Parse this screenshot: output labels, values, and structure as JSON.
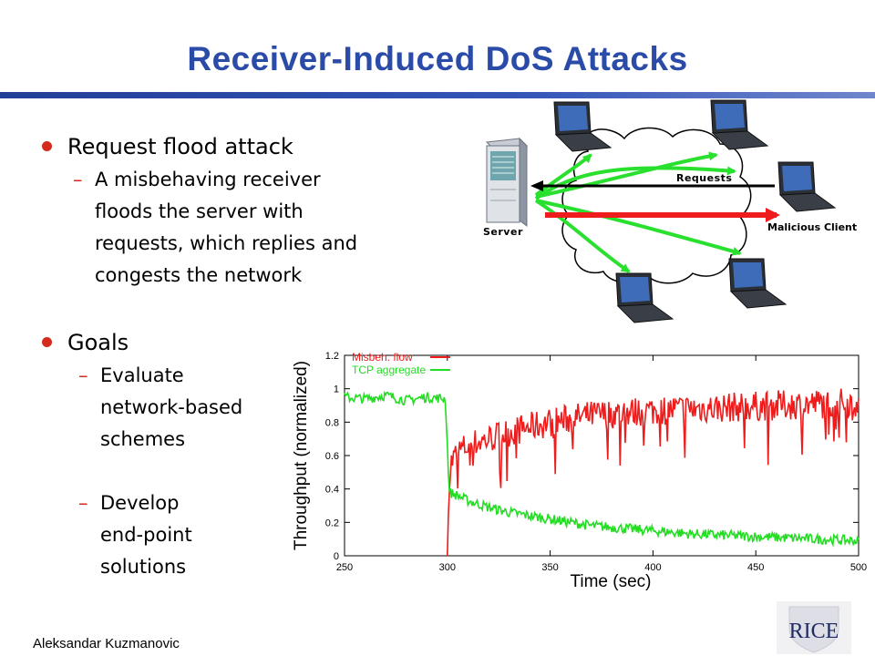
{
  "slide": {
    "title": "Receiver-Induced DoS Attacks",
    "author": "Aleksandar Kuzmanovic"
  },
  "bullets": [
    {
      "label": "Request flood attack",
      "subs": [
        [
          "A misbehaving receiver",
          "floods the server with",
          "requests, which replies and",
          "congests the network"
        ]
      ]
    },
    {
      "label": "Goals",
      "subs": [
        [
          "Evaluate",
          "network-based",
          "schemes"
        ],
        [
          "Develop",
          "end-point",
          "solutions"
        ]
      ]
    }
  ],
  "diagram": {
    "server_label": "Server",
    "requests_label": "Requests",
    "malicious_label": "Malicious Client",
    "colors": {
      "response": "#29e02f",
      "request": "#000000",
      "malicious": "#ee1c1c"
    }
  },
  "logo": {
    "text": "RICE"
  },
  "chart_data": {
    "type": "line",
    "xlabel": "Time (sec)",
    "ylabel": "Throughput (normalized)",
    "xlim": [
      250,
      500
    ],
    "ylim": [
      0,
      1.2
    ],
    "x_ticks": [
      "250",
      "300",
      "350",
      "400",
      "450",
      "500"
    ],
    "y_ticks": [
      "0",
      "0.2",
      "0.4",
      "0.6",
      "0.8",
      "1",
      "1.2"
    ],
    "grid": false,
    "legend_position": "top-left",
    "series": [
      {
        "name": "Misbeh. flow",
        "color": "#ee1c1c",
        "x": [
          300,
          301,
          302,
          305,
          310,
          320,
          330,
          340,
          350,
          360,
          370,
          380,
          390,
          400,
          420,
          440,
          460,
          480,
          500
        ],
        "y": [
          0,
          0.48,
          0.56,
          0.62,
          0.66,
          0.7,
          0.74,
          0.77,
          0.8,
          0.82,
          0.84,
          0.85,
          0.86,
          0.87,
          0.88,
          0.89,
          0.9,
          0.91,
          0.92
        ]
      },
      {
        "name": "TCP aggregate",
        "color": "#22dd22",
        "x": [
          250,
          260,
          270,
          280,
          290,
          299,
          301,
          305,
          310,
          320,
          330,
          340,
          350,
          360,
          370,
          380,
          390,
          400,
          420,
          440,
          460,
          480,
          500
        ],
        "y": [
          0.95,
          0.94,
          0.96,
          0.93,
          0.95,
          0.94,
          0.38,
          0.36,
          0.33,
          0.29,
          0.26,
          0.24,
          0.22,
          0.2,
          0.18,
          0.17,
          0.16,
          0.15,
          0.13,
          0.12,
          0.11,
          0.1,
          0.09
        ]
      }
    ]
  }
}
